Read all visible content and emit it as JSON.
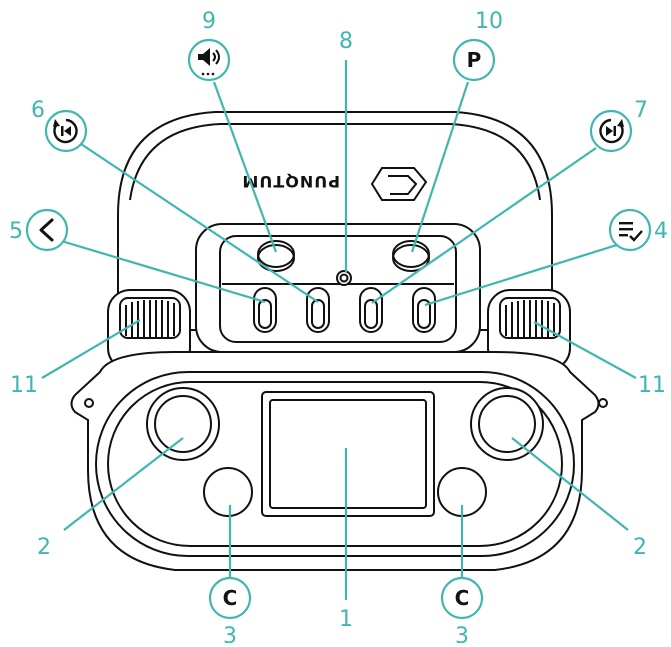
{
  "brand": "PUNQTUM",
  "callouts": {
    "n1": "1",
    "n2_left": "2",
    "n2_right": "2",
    "n3_left": "3",
    "n3_right": "3",
    "n4": "4",
    "n5": "5",
    "n6": "6",
    "n7": "7",
    "n8": "8",
    "n9": "9",
    "n10": "10",
    "n11_left": "11",
    "n11_right": "11"
  },
  "icons": {
    "c_left": "C",
    "c_right": "C",
    "p_button": "P",
    "n9_icon": "speaker-icon",
    "n6_icon": "previous-channel-icon",
    "n7_icon": "next-channel-icon",
    "n5_icon": "back-arrow-icon",
    "n4_icon": "menu-confirm-icon"
  },
  "colors": {
    "accent": "#3fb6b0",
    "outline": "#111111"
  }
}
